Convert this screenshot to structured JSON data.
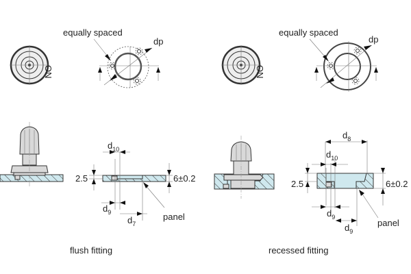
{
  "flush": {
    "equally_spaced": "equally spaced",
    "dp": "dp",
    "d10": {
      "base": "d",
      "sub": "10"
    },
    "depth": "2.5",
    "thickness": "6±0.2",
    "d9": {
      "base": "d",
      "sub": "9"
    },
    "d7": {
      "base": "d",
      "sub": "7"
    },
    "panel": "panel",
    "caption": "flush fitting"
  },
  "recessed": {
    "equally_spaced": "equally spaced",
    "dp": "dp",
    "d8": {
      "base": "d",
      "sub": "8"
    },
    "d10": {
      "base": "d",
      "sub": "10"
    },
    "depth": "2.5",
    "thickness": "6±0.2",
    "d9a": {
      "base": "d",
      "sub": "9"
    },
    "d9b": {
      "base": "d",
      "sub": "9"
    },
    "panel": "panel",
    "caption": "recessed fitting"
  },
  "knob_marking": "ON",
  "colors": {
    "panel": "#cfe8ee",
    "line": "#333333"
  }
}
